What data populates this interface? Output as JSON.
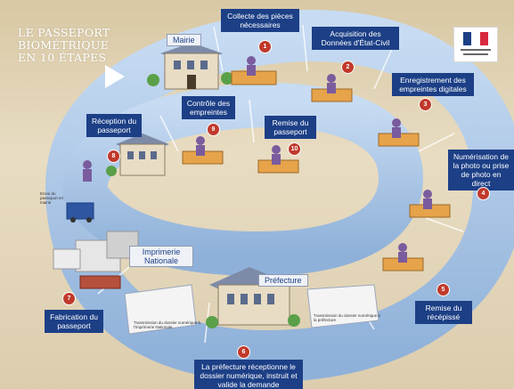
{
  "title_lines": [
    "LE PASSEPORT",
    "BIOMÉTRIQUE",
    "EN 10 ÉTAPES"
  ],
  "places": {
    "mairie": "Mairie",
    "prefecture": "Préfecture",
    "imprimerie": "Imprimerie Nationale"
  },
  "steps": [
    {
      "num": "1",
      "label": "Collecte des pièces nécessaires"
    },
    {
      "num": "2",
      "label": "Acquisition des Données d'État-Civil"
    },
    {
      "num": "3",
      "label": "Enregistrement des empreintes digitales"
    },
    {
      "num": "4",
      "label": "Numérisation de la photo ou prise de photo en direct"
    },
    {
      "num": "5",
      "label": "Remise du récépissé"
    },
    {
      "num": "6",
      "label": "La préfecture réceptionne le dossier numérique, instruit et valide la demande"
    },
    {
      "num": "7",
      "label": "Fabrication du passeport"
    },
    {
      "num": "8",
      "label": "Réception du passeport"
    },
    {
      "num": "9",
      "label": "Contrôle des empreintes"
    },
    {
      "num": "10",
      "label": "Remise du passeport"
    }
  ],
  "small_texts": {
    "van": "Envoi du passeport en mairie",
    "doc_left": "Transmission du dossier numérique à l'Imprimerie Nationale",
    "doc_right": "Transmission du dossier numérique à la préfecture"
  },
  "colors": {
    "callout_bg": "#1c3f86",
    "badge": "#c0392b",
    "track": "#a9c5e6"
  }
}
